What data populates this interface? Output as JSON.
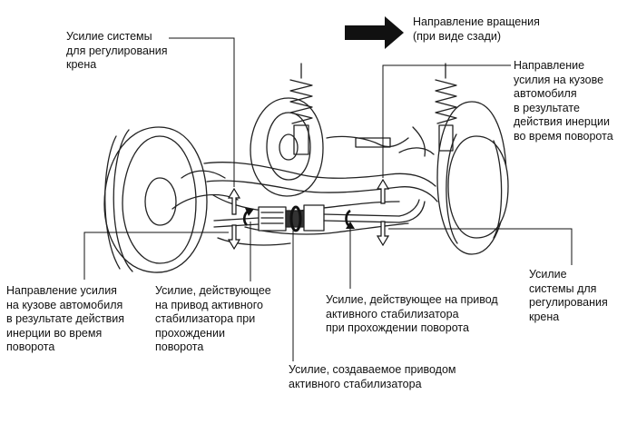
{
  "labels": {
    "roll_force_top_left": "Усилие системы\nдля регулирования\nкрена",
    "rotation_direction": "Направление вращения\n(при виде сзади)",
    "body_force_top_right": "Направление\nусилия на кузове\nавтомобиля\nв результате\nдействия инерции\nво время поворота",
    "body_force_bottom_left": "Направление усилия\nна кузове автомобиля\nв результате действия\nинерции во время\nповорота",
    "actuator_force_left": "Усилие, действующее\nна привод активного\nстабилизатора при\nпрохождении\nповорота",
    "actuator_force_right": "Усилие, действующее на привод\nактивного стабилизатора\nпри прохождении поворота",
    "roll_force_bottom_right": "Усилие\nсистемы для\nрегулирования\nкрена",
    "actuator_generated_force": "Усилие, создаваемое приводом\nактивного стабилизатора"
  },
  "colors": {
    "line": "#111111",
    "arrow_fill": "#111111",
    "outline_arrow_fill": "#ffffff"
  }
}
